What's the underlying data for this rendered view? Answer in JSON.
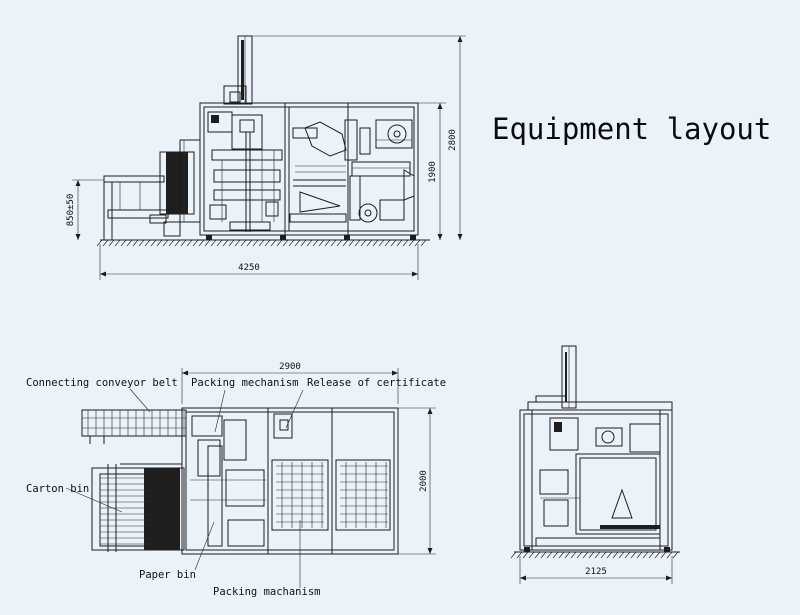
{
  "title": "Equipment layout",
  "dimensions": {
    "front_width": "4250",
    "front_total_height": "2800",
    "front_frame_height": "1900",
    "conveyor_height": "850±50",
    "top_length": "2900",
    "top_width": "2000",
    "side_width": "2125"
  },
  "labels": {
    "connecting_conveyor_belt": "Connecting conveyor belt",
    "packing_mechanism_top": "Packing mechanism",
    "release_of_certificate": "Release of certificate",
    "carton_bin": "Carton bin",
    "paper_bin": "Paper bin",
    "packing_machanism_bottom": "Packing machanism"
  }
}
